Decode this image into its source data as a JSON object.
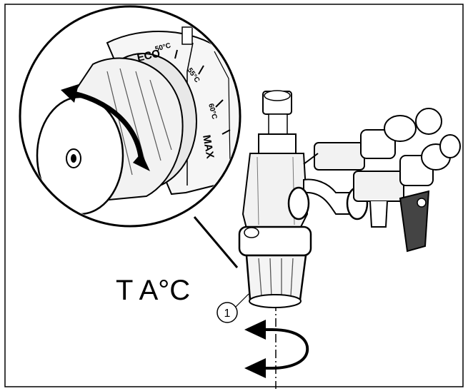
{
  "diagram": {
    "dial_markings": [
      "50°C",
      "ECO",
      "55°C",
      "60°C",
      "MAX"
    ],
    "unit_label": "T A°C",
    "callout_number": "1"
  }
}
